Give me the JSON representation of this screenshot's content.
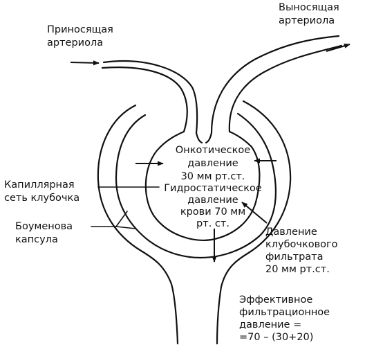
{
  "labels": {
    "afferent_line1": "Приносящая",
    "afferent_line2": "артериола",
    "efferent_line1": "Выносящая",
    "efferent_line2": "артериола",
    "capillary_line1": "Капиллярная",
    "capillary_line2": "сеть клубочка",
    "bowman_line1": "Боуменова",
    "bowman_line2": "капсула",
    "oncotic_line1": "Онкотическое",
    "oncotic_line2": "давление",
    "oncotic_line3": "30 мм рт.ст.",
    "hydro_line1": "Гидростатическое",
    "hydro_line2": "давление",
    "hydro_line3": "крови 70 мм",
    "hydro_line4": "рт. ст.",
    "filtrate_line1": "Давление",
    "filtrate_line2": "клубочкового",
    "filtrate_line3": "фильтрата",
    "filtrate_line4": "20 мм рт.ст.",
    "effective_line1": "Эффективное",
    "effective_line2": "фильтрационное",
    "effective_line3": "давление =",
    "effective_line4": "=70 – (30+20)"
  },
  "colors": {
    "ink": "#111111",
    "background": "#ffffff"
  }
}
